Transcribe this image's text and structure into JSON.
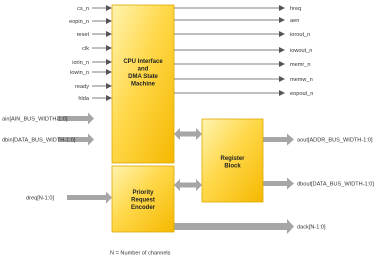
{
  "blocks": {
    "cpu": [
      "CPU Interface",
      "and",
      "DMA State",
      "Machine"
    ],
    "register": [
      "Register",
      "Block"
    ],
    "priority": [
      "Priority",
      "Request",
      "Encoder"
    ]
  },
  "cpu_inputs": [
    "cs_n",
    "eopin_n",
    "reset",
    "clk",
    "iorin_n",
    "iowin_n",
    "ready",
    "hlda"
  ],
  "cpu_outputs": [
    "hreq",
    "aen",
    "iorout_n",
    "iowout_n",
    "memr_n",
    "memw_n",
    "eopout_n"
  ],
  "bus_inputs": {
    "ain": "ain[AIN_BUS_WIDTH-1:0]",
    "dbin": "dbin[DATA_BUS_WIDTH-1:0]",
    "dreq": "dreq[N-1:0]"
  },
  "bus_outputs": {
    "aout": "aout[ADDR_BUS_WIDTH-1:0]",
    "dbout": "dbout[DATA_BUS_WIDTH-1:0]",
    "dack": "dack[N-1:0]"
  },
  "footnote": "N = Number of channels",
  "colors": {
    "block_light": "#fff3b0",
    "block_mid": "#ffd84a",
    "block_dark": "#f5b800",
    "block_border": "#e0a800",
    "bus_arrow": "#a6a6a6",
    "line": "#555555"
  }
}
